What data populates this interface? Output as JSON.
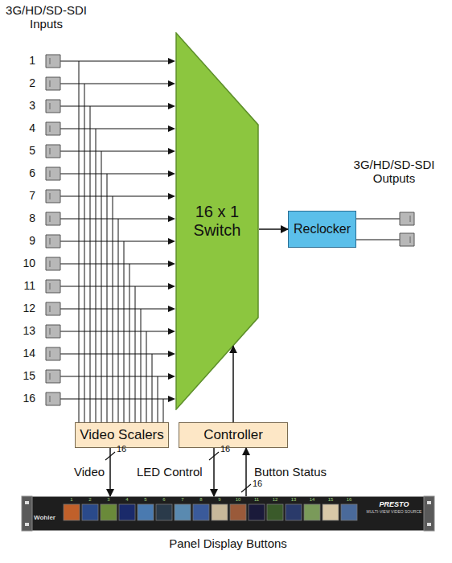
{
  "diagram": {
    "nodes": [
      {
        "text": [
          "16 x 1 Switch"
        ]
      },
      {
        "text": [
          "Reclocker"
        ]
      },
      {
        "text": [
          "Video Scalers"
        ]
      },
      {
        "text": [
          "Controller"
        ]
      },
      {
        "text": [
          "Panel Display Buttons"
        ]
      }
    ],
    "edges": [
      {
        "from": 0,
        "to": 1,
        "arrow": "to"
      },
      {
        "from": 3,
        "to": 0,
        "arrow": "to"
      },
      {
        "from": 2,
        "to": 4,
        "label": "Video",
        "arrow": "to"
      },
      {
        "from": 3,
        "to": 4,
        "label": "LED Control",
        "arrow": "to"
      },
      {
        "from": 4,
        "to": 3,
        "label": "Button Status",
        "arrow": "to"
      }
    ],
    "labels": [
      "3G/HD/SD-SDI Inputs",
      "1",
      "2",
      "3",
      "4",
      "5",
      "6",
      "7",
      "8",
      "9",
      "10",
      "11",
      "12",
      "13",
      "14",
      "15",
      "16",
      "3G/HD/SD-SDI Outputs",
      "16",
      "16",
      "16",
      "Wohler",
      "PRESTO",
      "MULTI-VIEW VIDEO SOURCE",
      "1",
      "2",
      "3",
      "4",
      "5",
      "6",
      "7",
      "8",
      "9",
      "10",
      "11",
      "12",
      "13",
      "14",
      "15",
      "16"
    ]
  }
}
